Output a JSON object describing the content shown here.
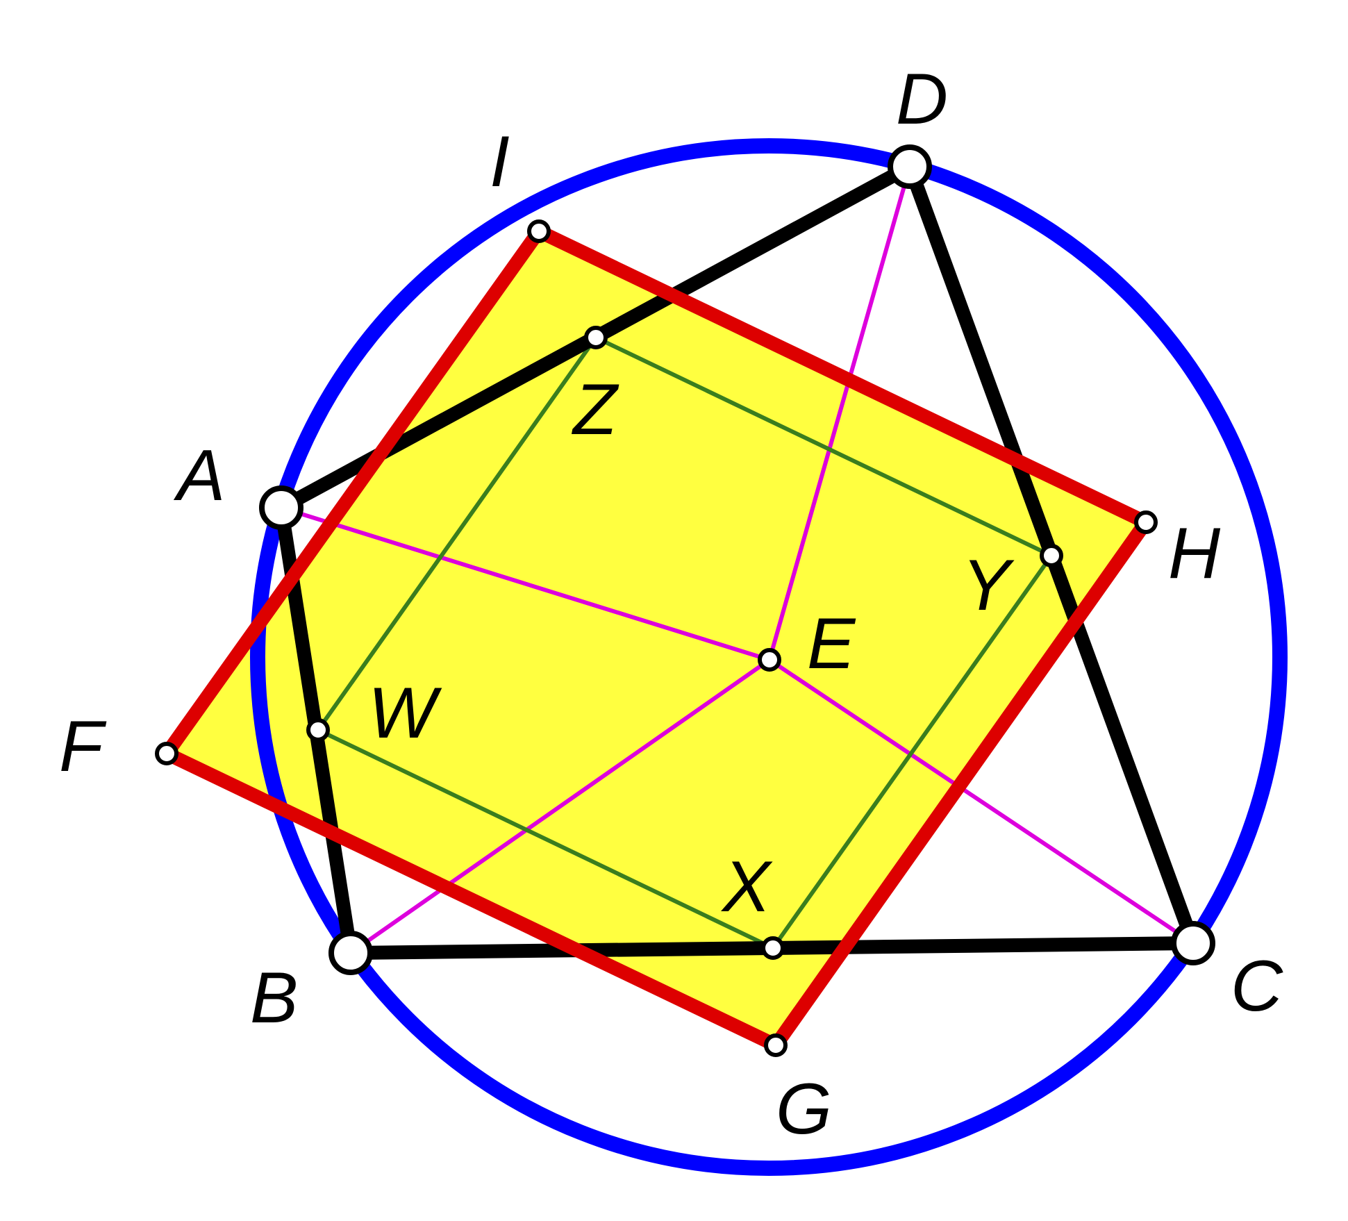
{
  "colors": {
    "circle": "#0000ff",
    "quadrilateral": "#000000",
    "square_outline": "#dd0000",
    "square_fill": "#ffff40",
    "inner_lines": "#3a7d1e",
    "diagonals": "#dd00dd",
    "point_fill": "#ffffff",
    "point_stroke": "#000000",
    "background": "#ffffff"
  },
  "labels": {
    "A": "A",
    "B": "B",
    "C": "C",
    "D": "D",
    "E": "E",
    "F": "F",
    "G": "G",
    "H": "H",
    "I": "I",
    "W": "W",
    "X": "X",
    "Y": "Y",
    "Z": "Z"
  }
}
